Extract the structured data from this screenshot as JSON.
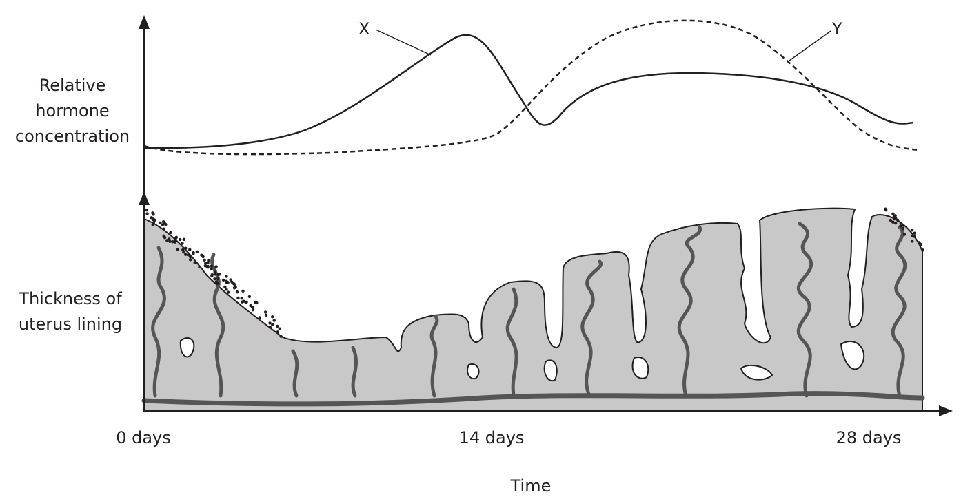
{
  "labels": {
    "hormone_axis": [
      "Relative",
      "hormone",
      "concentration"
    ],
    "lining_axis": [
      "Thickness of",
      "uterus lining"
    ],
    "x_ticks": [
      "0 days",
      "14 days",
      "28 days"
    ],
    "x_axis": "Time",
    "curve_x": "X",
    "curve_y": "Y"
  },
  "colors": {
    "ink": "#231f20",
    "lining": "#c8c8c8",
    "gland": "#555555"
  }
}
